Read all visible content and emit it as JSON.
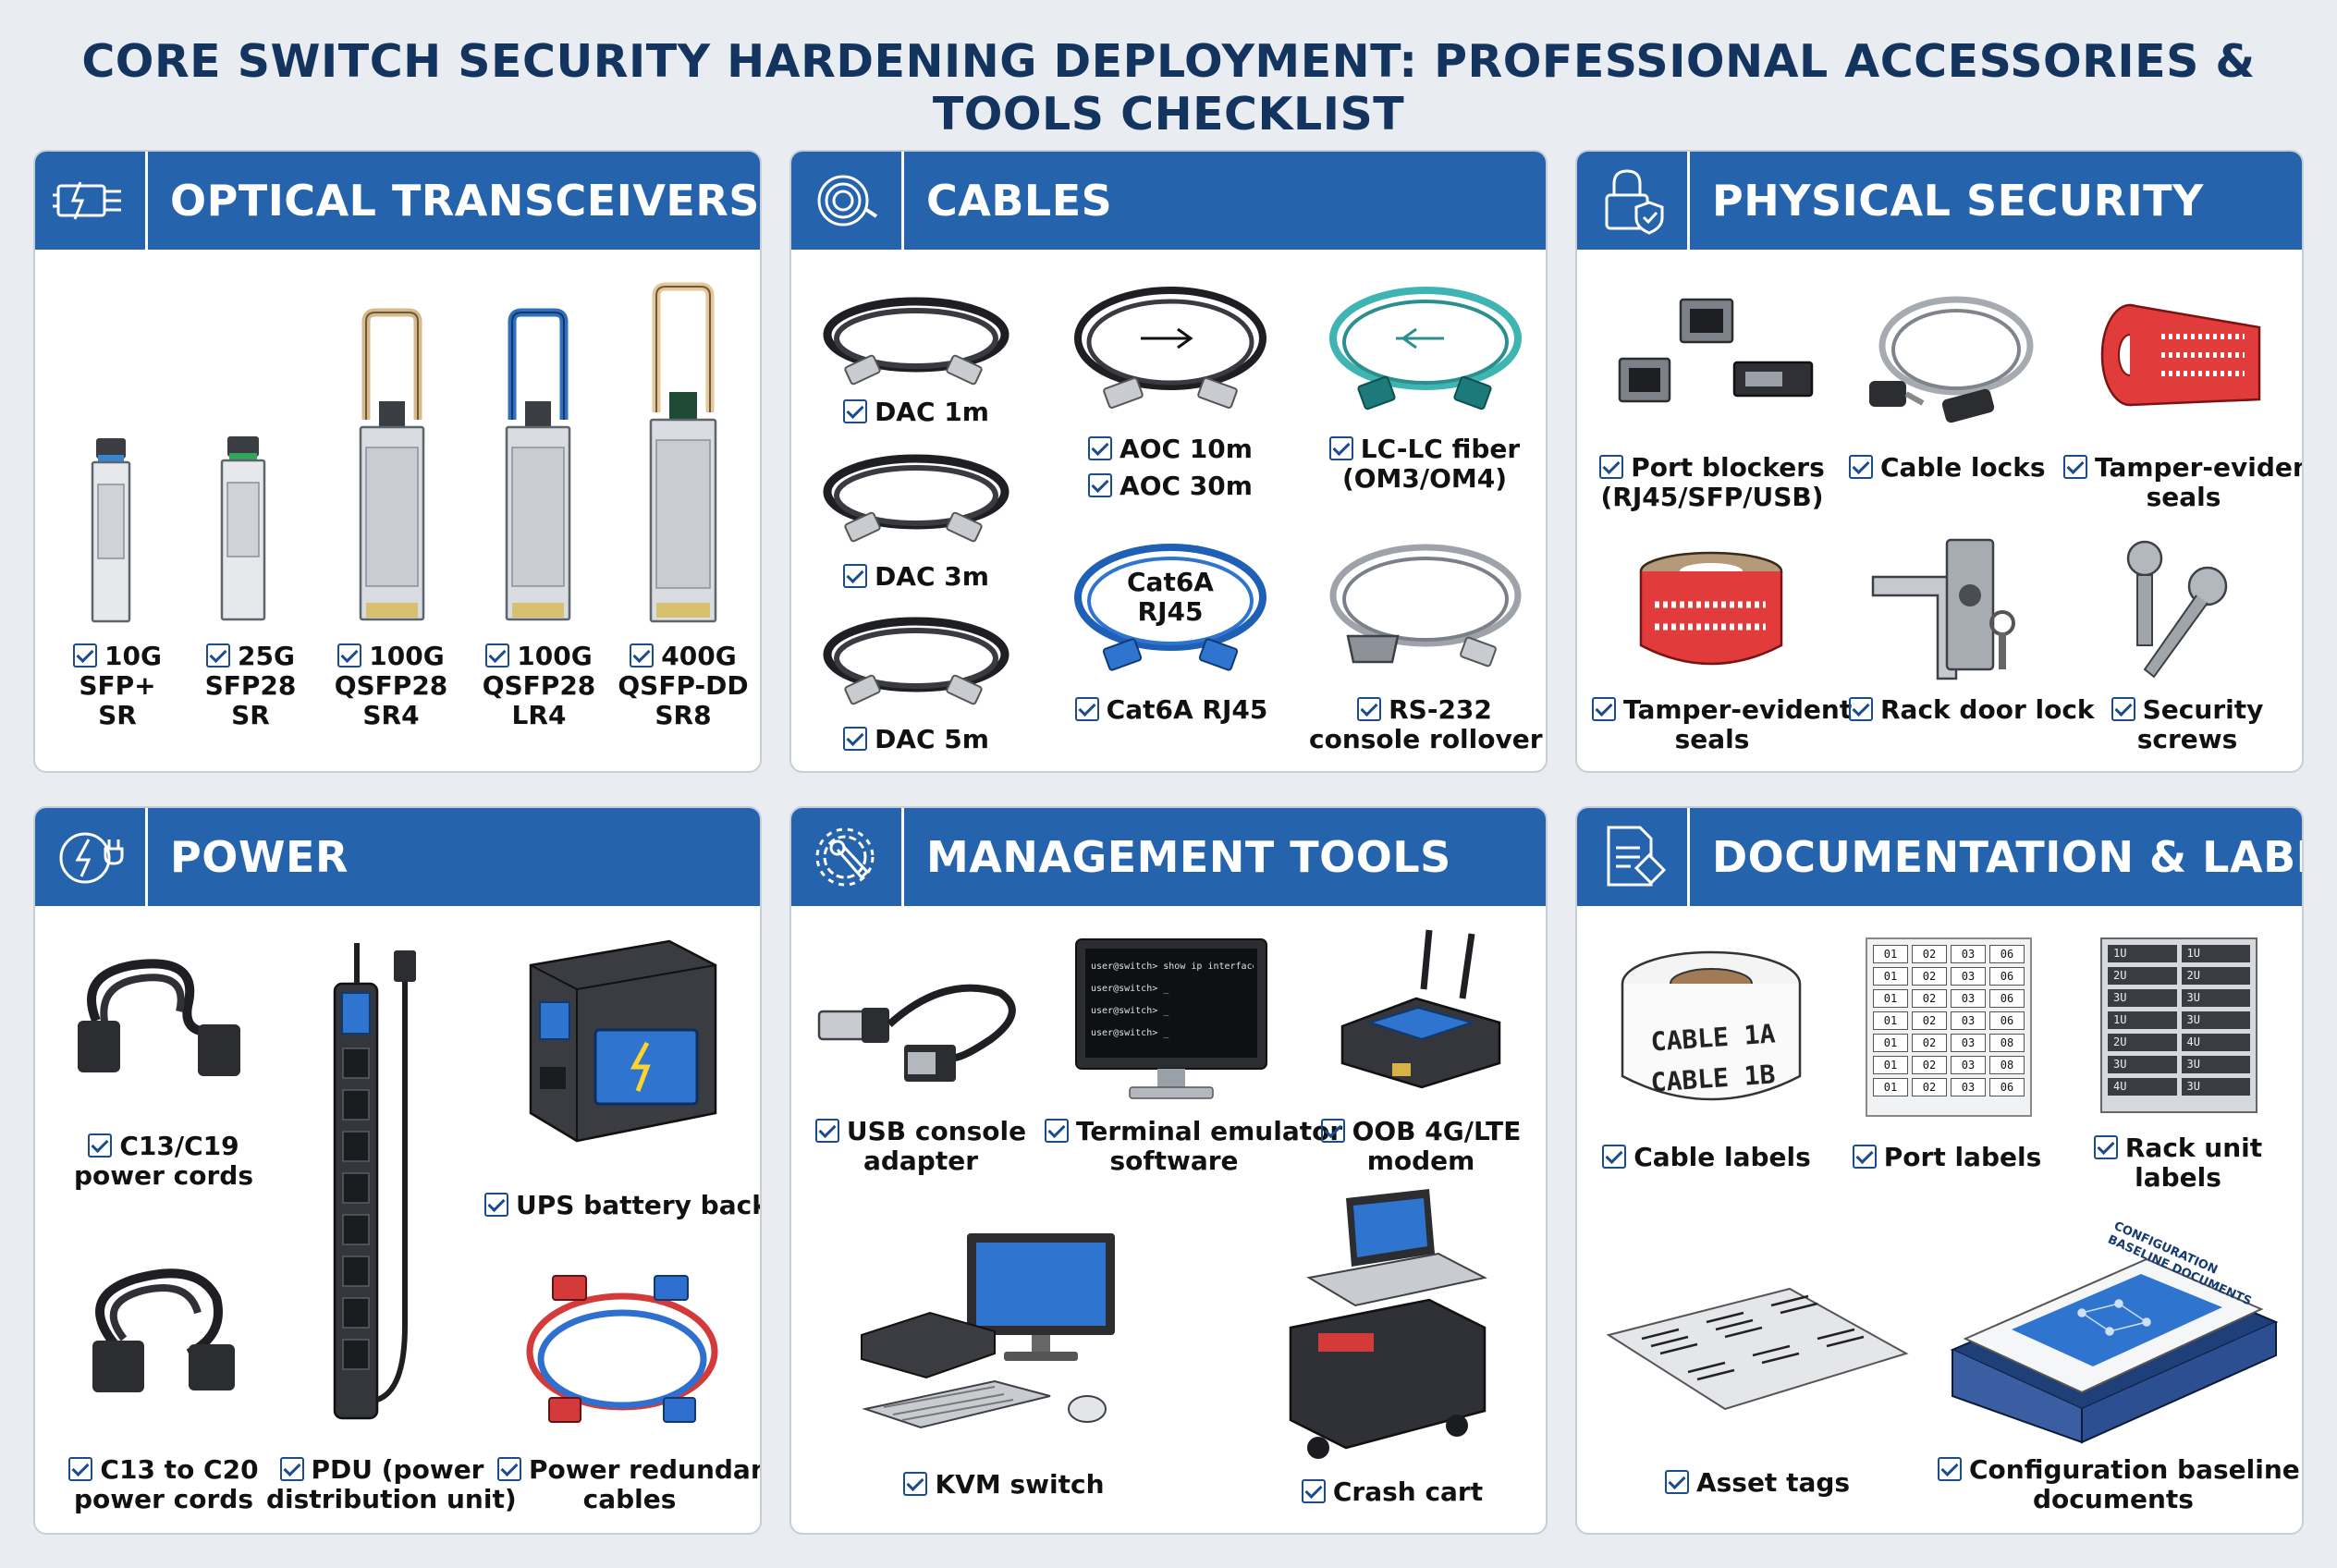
{
  "title": "CORE SWITCH SECURITY HARDENING DEPLOYMENT: PROFESSIONAL ACCESSORIES & TOOLS CHECKLIST",
  "colors": {
    "header_blue": "#2563ad",
    "title_navy": "#13345f",
    "check_blue": "#1b4d8c",
    "seal_red": "#e23b3b"
  },
  "panels": {
    "optical": {
      "title": "OPTICAL TRANSCEIVERS",
      "icon": "transceiver-icon",
      "items": [
        {
          "label1": "10G",
          "label2": "SFP+",
          "label3": "SR"
        },
        {
          "label1": "25G",
          "label2": "SFP28",
          "label3": "SR"
        },
        {
          "label1": "100G",
          "label2": "QSFP28",
          "label3": "SR4"
        },
        {
          "label1": "100G",
          "label2": "QSFP28",
          "label3": "LR4"
        },
        {
          "label1": "400G",
          "label2": "QSFP-DD",
          "label3": "SR8"
        }
      ]
    },
    "cables": {
      "title": "CABLES",
      "icon": "cable-coil-icon",
      "dac1": "DAC 1m",
      "dac3": "DAC 3m",
      "dac5": "DAC 5m",
      "aoc10": "AOC 10m",
      "aoc30": "AOC 30m",
      "lc1": "LC-LC fiber",
      "lc2": "(OM3/OM4)",
      "cat6a_tag1": "Cat6A",
      "cat6a_tag2": "RJ45",
      "cat6a": "Cat6A RJ45",
      "rs1": "RS-232",
      "rs2": "console rollover"
    },
    "physical": {
      "title": "PHYSICAL SECURITY",
      "icon": "lock-shield-icon",
      "port1": "Port blockers",
      "port2": "(RJ45/SFP/USB)",
      "cablelocks": "Cable locks",
      "seal_a1": "Tamper-evident",
      "seal_a2": "seals",
      "seal_b1": "Tamper-evident",
      "seal_b2": "seals",
      "racklock": "Rack door lock",
      "screw1": "Security",
      "screw2": "screws"
    },
    "power": {
      "title": "POWER",
      "icon": "power-plug-icon",
      "c1319_1": "C13/C19",
      "c1319_2": "power cords",
      "c1320_1": "C13 to C20",
      "c1320_2": "power cords",
      "pdu1": "PDU (power",
      "pdu2": "distribution unit)",
      "ups": "UPS battery backup",
      "red1": "Power redundancy",
      "red2": "cables"
    },
    "mgmt": {
      "title": "MANAGEMENT TOOLS",
      "icon": "gear-wrench-icon",
      "usb1": "USB console",
      "usb2": "adapter",
      "term1": "Terminal emulator",
      "term2": "software",
      "oob1": "OOB 4G/LTE",
      "oob2": "modem",
      "kvm": "KVM switch",
      "crash": "Crash cart",
      "terminal_lines": [
        "user@switch> show ip interface brief",
        "user@switch> _",
        "user@switch> _",
        "user@switch> _"
      ]
    },
    "docs": {
      "title": "DOCUMENTATION & LABELS",
      "icon": "document-tag-icon",
      "cable_a": "CABLE 1A",
      "cable_b": "CABLE 1B",
      "cablelabels": "Cable labels",
      "portlabels": "Port labels",
      "rack1": "Rack unit",
      "rack2": "labels",
      "asset": "Asset tags",
      "conf1": "Configuration baseline",
      "conf2": "documents",
      "binder_text": "CONFIGURATION BASELINE DOCUMENTS",
      "port_grid": [
        [
          "01",
          "02",
          "03",
          "06"
        ],
        [
          "01",
          "02",
          "03",
          "06"
        ],
        [
          "01",
          "02",
          "03",
          "06"
        ],
        [
          "01",
          "02",
          "03",
          "06"
        ],
        [
          "01",
          "02",
          "03",
          "08"
        ],
        [
          "01",
          "02",
          "03",
          "08"
        ],
        [
          "01",
          "02",
          "03",
          "06"
        ]
      ],
      "rack_grid": [
        [
          "1U",
          "1U"
        ],
        [
          "2U",
          "2U"
        ],
        [
          "3U",
          "3U"
        ],
        [
          "1U",
          "3U"
        ],
        [
          "2U",
          "4U"
        ],
        [
          "3U",
          "3U"
        ],
        [
          "4U",
          "3U"
        ]
      ]
    }
  }
}
